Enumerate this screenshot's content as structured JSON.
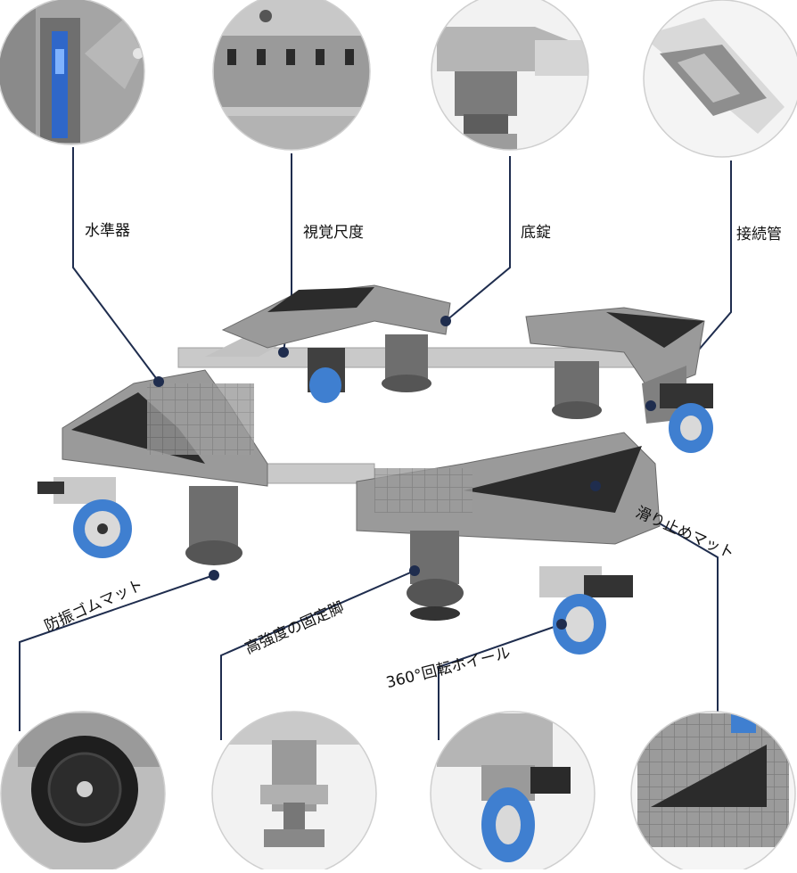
{
  "labels": {
    "level": "水準器",
    "scale": "視覚尺度",
    "lock": "底錠",
    "tube": "接続管",
    "antislip": "滑り止めマット",
    "rubber": "防振ゴムマット",
    "legs": "高強度の固定脚",
    "wheel": "360°回転ホイール"
  },
  "colors": {
    "line": "#1f2d4e",
    "frame": "#8f8f8f",
    "frame_dark": "#6d6d6d",
    "mat": "#2b2b2b",
    "wheel": "#3f7fd0",
    "metal": "#c9c9c9"
  }
}
